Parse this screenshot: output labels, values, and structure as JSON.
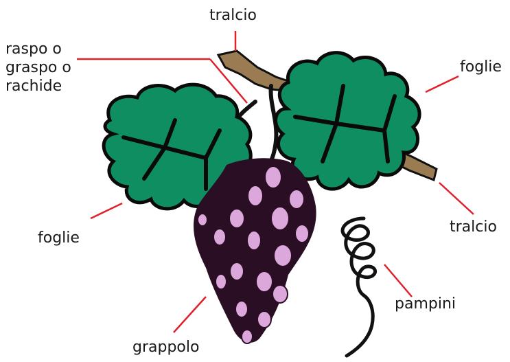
{
  "labels": {
    "tralcio_top": "tralcio",
    "raspo": "raspo o\ngraspo o\nrachide",
    "foglie_right": "foglie",
    "foglie_left": "foglie",
    "tralcio_right": "tralcio",
    "pampini": "pampini",
    "grappolo": "grappolo"
  },
  "colors": {
    "leaf": "#0f8e62",
    "leaf_outline": "#0a0a0a",
    "stem": "#9a7b52",
    "grape_dark": "#2a0e24",
    "grape_light": "#dca8dc",
    "leader_line": "#e0202a"
  }
}
